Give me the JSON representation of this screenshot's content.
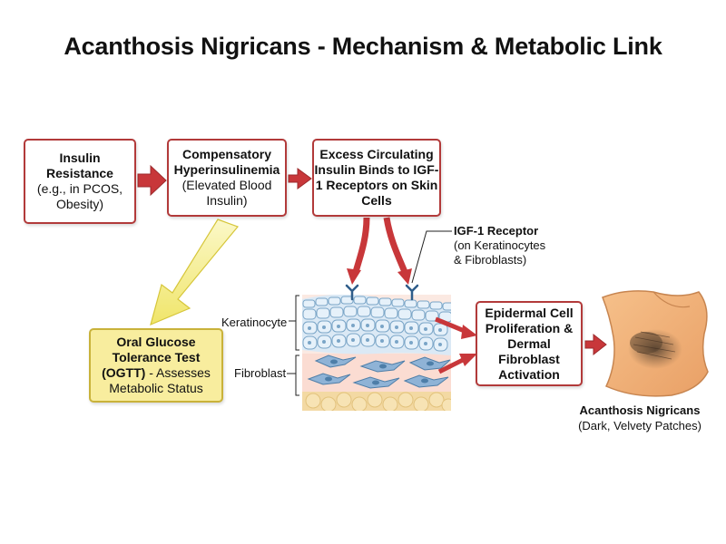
{
  "title": "Acanthosis Nigricans - Mechanism & Metabolic Link",
  "boxes": {
    "insulin_resistance": {
      "bold": "Insulin Resistance",
      "detail": "(e.g., in PCOS, Obesity)"
    },
    "hyperinsulinemia": {
      "bold": "Compensatory Hyperinsulinemia",
      "detail": "(Elevated Blood Insulin)"
    },
    "excess_insulin": {
      "bold": "Excess Circulating Insulin Binds to IGF-1 Receptors on Skin Cells"
    },
    "proliferation": {
      "bold": "Epidermal Cell Proliferation & Dermal Fibroblast Activation"
    },
    "ogtt": {
      "bold": "Oral Glucose Tolerance Test (OGTT)",
      "detail": " - Assesses Metabolic Status"
    }
  },
  "labels": {
    "igf_receptor": {
      "bold": "IGF-1 Receptor",
      "detail": "(on Keratinocytes & Fibroblasts)"
    },
    "keratinocyte": "Keratinocyte",
    "fibroblast": "Fibroblast",
    "outcome": {
      "bold": "Acanthosis Nigricans",
      "detail": "(Dark, Velvety Patches)"
    }
  },
  "colors": {
    "arrow_red": "#c8373a",
    "arrow_yellow": "#f3ec8a",
    "box_border": "#b23a3a",
    "ogtt_fill": "#f8ed9e",
    "skin": "#f2b77b"
  },
  "icons": [
    "receptor-icon",
    "neck-illustration-icon",
    "skin-tissue-icon"
  ]
}
